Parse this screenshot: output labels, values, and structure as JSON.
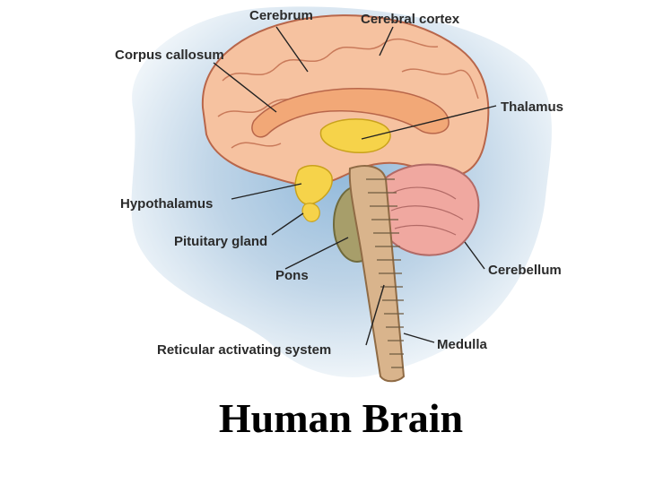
{
  "caption": "Human Brain",
  "labels": {
    "cerebrum": "Cerebrum",
    "cerebral_cortex": "Cerebral cortex",
    "corpus_callosum": "Corpus callosum",
    "thalamus": "Thalamus",
    "hypothalamus": "Hypothalamus",
    "pituitary_gland": "Pituitary gland",
    "pons": "Pons",
    "cerebellum": "Cerebellum",
    "reticular_activating_system": "Reticular activating system",
    "medulla": "Medulla"
  },
  "colors": {
    "background_wash": "#c9dcea",
    "cerebrum": "#f6c2a0",
    "corpus_callosum": "#f2a877",
    "thalamus": "#f6d34a",
    "pons": "#a79e6a",
    "cerebellum": "#f0a8a0",
    "brainstem": "#d9b48c"
  }
}
